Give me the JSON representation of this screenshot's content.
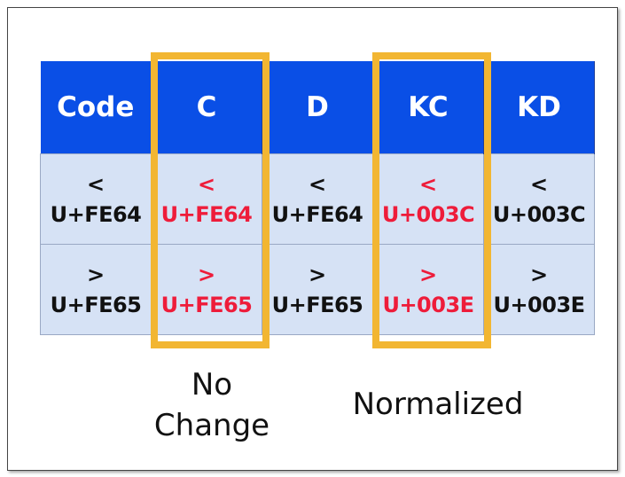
{
  "table": {
    "headers": [
      "Code",
      "C",
      "D",
      "KC",
      "KD"
    ],
    "rows": [
      {
        "code": {
          "char": "<",
          "point": "U+FE64"
        },
        "c": {
          "char": "<",
          "point": "U+FE64"
        },
        "d": {
          "char": "<",
          "point": "U+FE64"
        },
        "kc": {
          "char": "<",
          "point": "U+003C"
        },
        "kd": {
          "char": "<",
          "point": "U+003C"
        }
      },
      {
        "code": {
          "char": ">",
          "point": "U+FE65"
        },
        "c": {
          "char": ">",
          "point": "U+FE65"
        },
        "d": {
          "char": ">",
          "point": "U+FE65"
        },
        "kc": {
          "char": ">",
          "point": "U+003E"
        },
        "kd": {
          "char": ">",
          "point": "U+003E"
        }
      }
    ]
  },
  "captions": {
    "no_change": "No\nChange",
    "normalized": "Normalized"
  },
  "colors": {
    "header_bg": "#0a4fe6",
    "cell_bg": "#d6e2f5",
    "highlight_text": "#ee1c3a",
    "highlight_box": "#f2b632"
  }
}
